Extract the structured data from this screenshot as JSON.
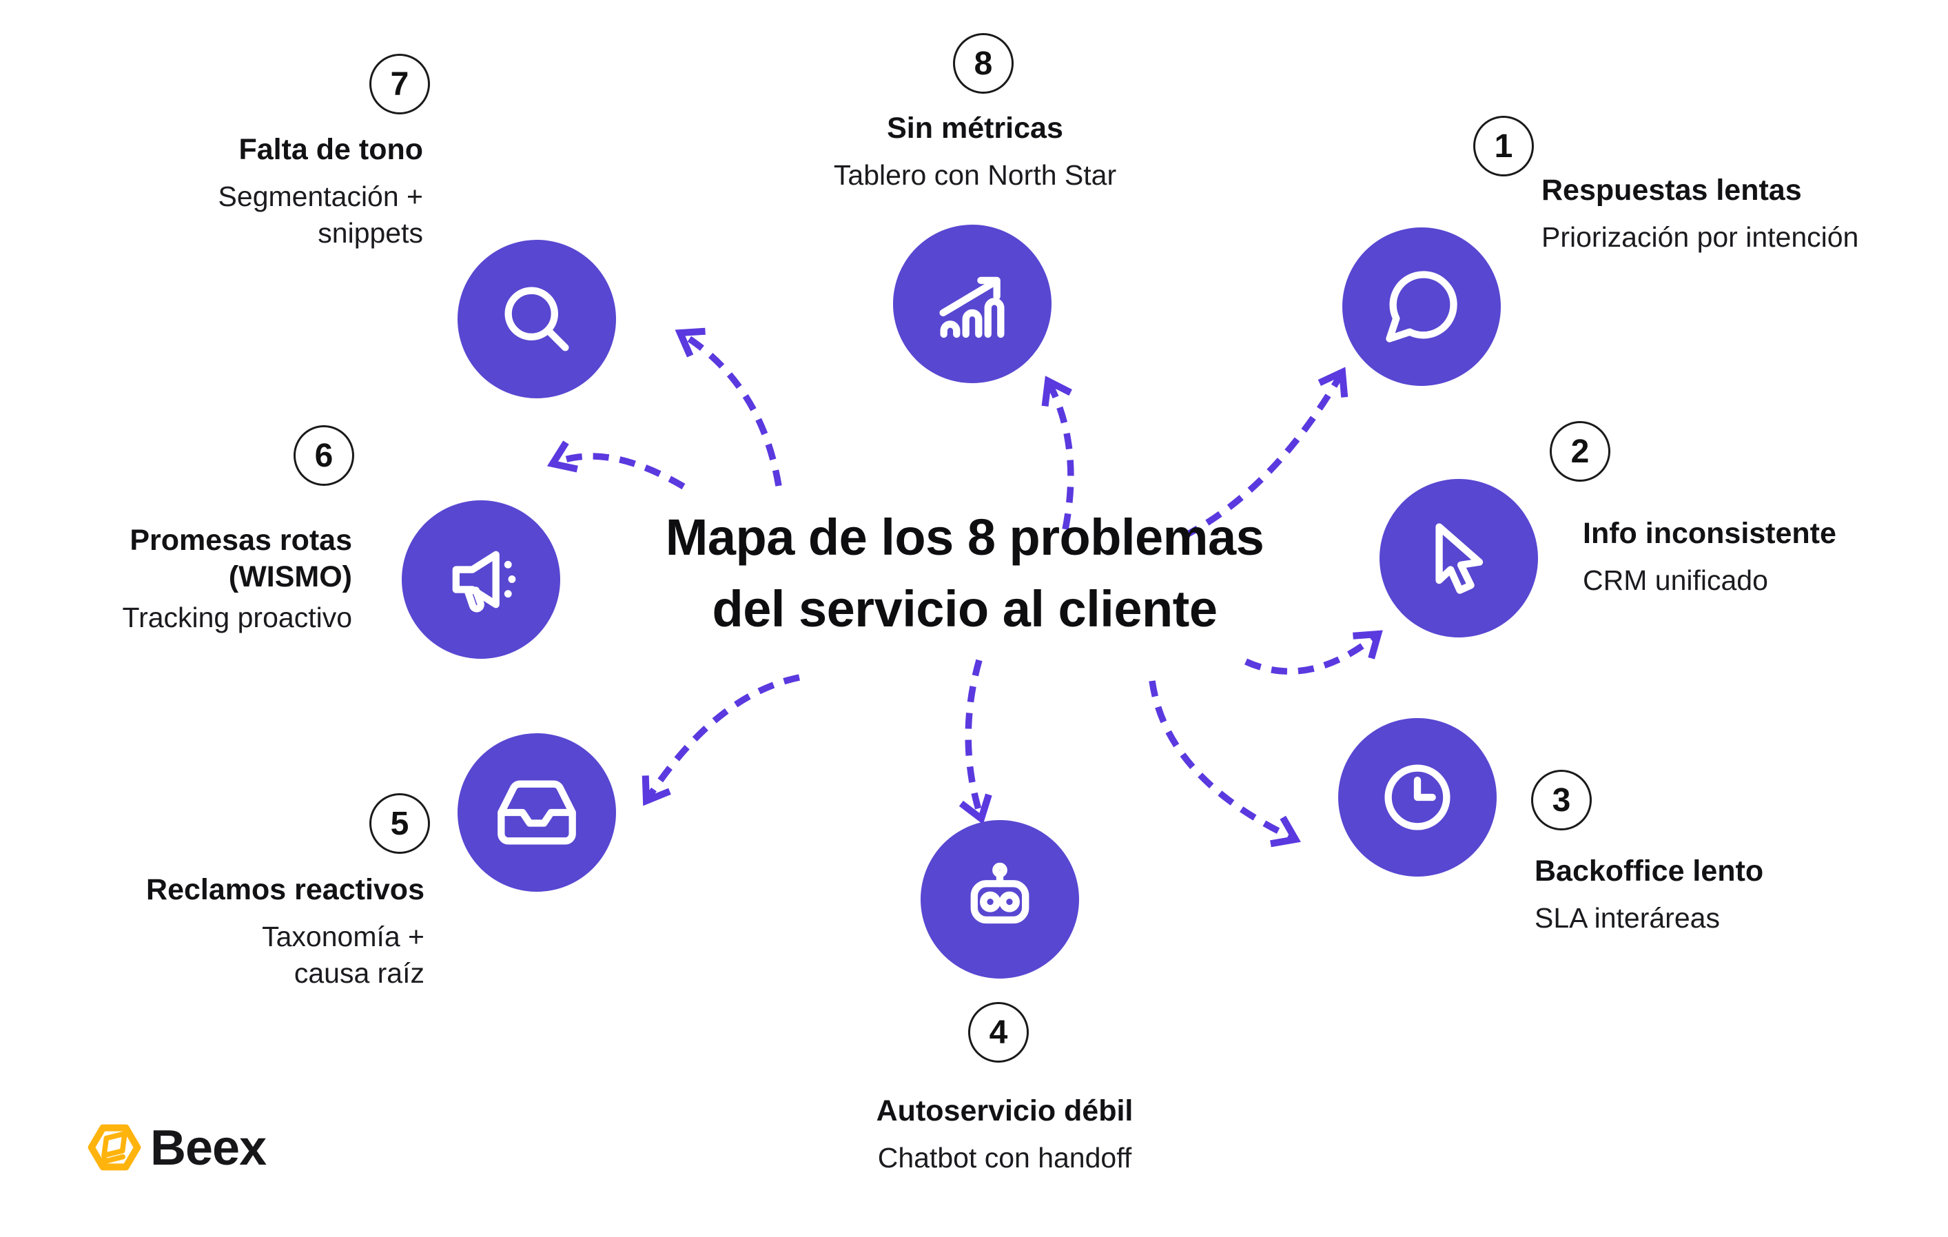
{
  "title": {
    "line1": "Mapa de los 8 problemas",
    "line2": "del servicio al cliente"
  },
  "brand": {
    "name": "Beex",
    "logo_icon": "beex-hexagon-logo"
  },
  "colors": {
    "node_circle": "#5847D1",
    "arrow": "#5A39DF",
    "badge_border": "#1A1A1A",
    "text": "#141418",
    "logo_yellow": "#FFB30D"
  },
  "nodes": [
    {
      "number": "1",
      "title": "Respuestas lentas",
      "subtitle": "Priorización por intención",
      "icon": "chat-bubble-icon"
    },
    {
      "number": "2",
      "title": "Info inconsistente",
      "subtitle": "CRM unificado",
      "icon": "cursor-icon"
    },
    {
      "number": "3",
      "title": "Backoffice lento",
      "subtitle": "SLA interáreas",
      "icon": "clock-icon"
    },
    {
      "number": "4",
      "title": "Autoservicio débil",
      "subtitle": "Chatbot con handoff",
      "icon": "robot-icon"
    },
    {
      "number": "5",
      "title": "Reclamos reactivos",
      "subtitle": "Taxonomía +",
      "subtitle2": "causa raíz",
      "icon": "inbox-icon"
    },
    {
      "number": "6",
      "title": "Promesas rotas",
      "title2": "(WISMO)",
      "subtitle": "Tracking proactivo",
      "icon": "megaphone-icon"
    },
    {
      "number": "7",
      "title": "Falta de tono",
      "subtitle": "Segmentación +",
      "subtitle2": "snippets",
      "icon": "search-icon"
    },
    {
      "number": "8",
      "title": "Sin métricas",
      "subtitle": "Tablero con North Star",
      "icon": "chart-icon"
    }
  ]
}
